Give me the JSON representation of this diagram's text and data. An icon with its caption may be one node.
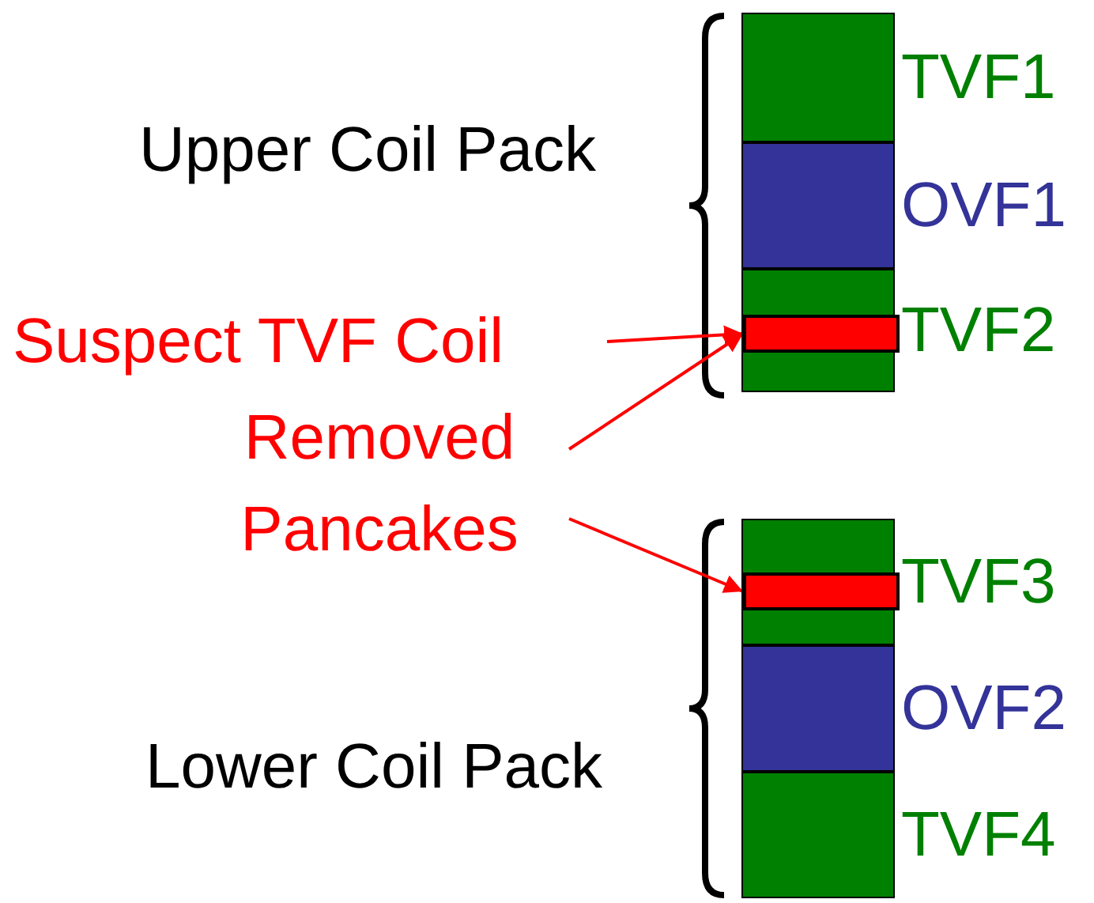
{
  "diagram": {
    "nodes": [
      {
        "text": [],
        "shape": "box",
        "beside": [
          "TVF1"
        ]
      },
      {
        "text": [],
        "shape": "box",
        "beside": [
          "OVF1"
        ]
      },
      {
        "text": [],
        "shape": "box",
        "beside": [
          "TVF2"
        ]
      },
      {
        "text": [],
        "shape": "bar",
        "in": 2
      },
      {
        "text": [],
        "shape": "box",
        "beside": [
          "TVF3"
        ]
      },
      {
        "text": [],
        "shape": "bar",
        "in": 4
      },
      {
        "text": [],
        "shape": "box",
        "beside": [
          "OVF2"
        ]
      },
      {
        "text": [],
        "shape": "box",
        "beside": [
          "TVF4"
        ]
      },
      {
        "text": [
          "Suspect TVF Coil"
        ]
      },
      {
        "text": [
          "Removed Pancakes"
        ]
      }
    ],
    "edges": [
      {
        "from": 8,
        "to": 3,
        "arrow": "to"
      },
      {
        "from": 9,
        "to": 3,
        "arrow": "to"
      },
      {
        "from": 9,
        "to": 5,
        "arrow": "to"
      }
    ],
    "labels": [
      "Upper Coil Pack",
      "Lower Coil Pack"
    ]
  }
}
